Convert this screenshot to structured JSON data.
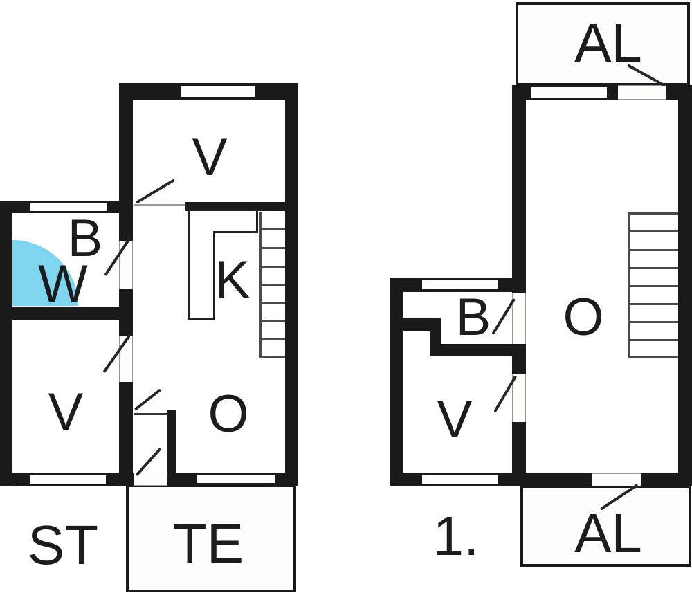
{
  "plan": {
    "ground_floor": {
      "floor_label": "ST",
      "terrace_label": "TE",
      "rooms": {
        "v_top": "V",
        "b": "B",
        "w": "W",
        "v_annex": "V",
        "k": "K",
        "o": "O"
      }
    },
    "first_floor": {
      "floor_label": "1.",
      "balcony_top_label": "AL",
      "balcony_bottom_label": "AL",
      "rooms": {
        "b": "B",
        "v": "V",
        "o": "O"
      }
    },
    "colors": {
      "wall": "#1a1a1a",
      "shower_highlight": "#7fd5f0",
      "background": "#ffffff"
    }
  }
}
